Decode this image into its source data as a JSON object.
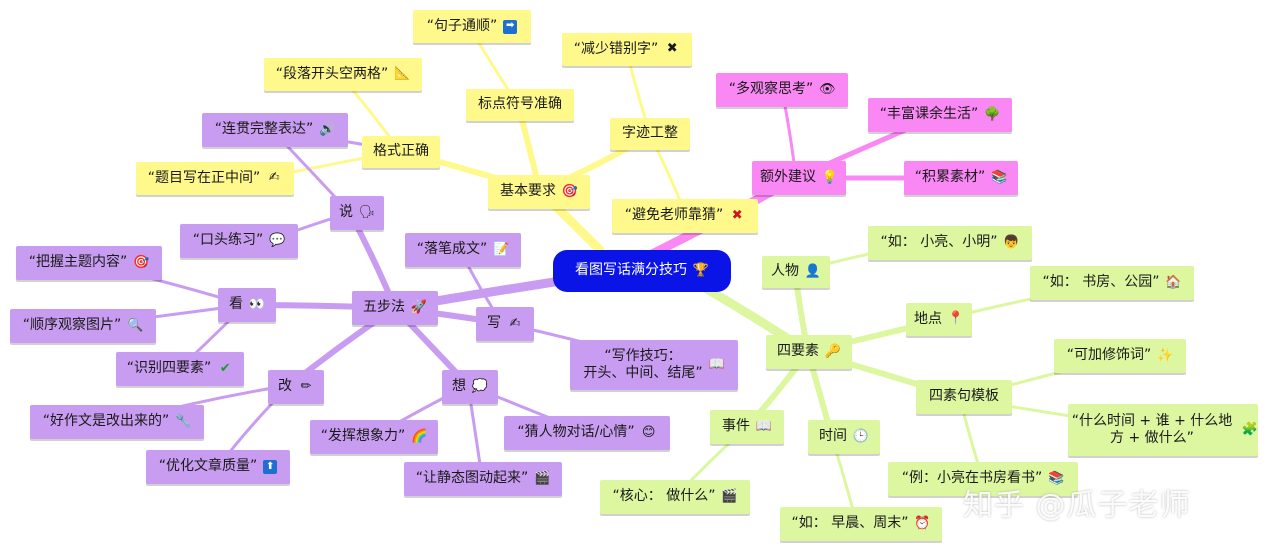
{
  "center": {
    "label": "看图写话满分技巧",
    "icon": "trophy-icon"
  },
  "basic": {
    "label": "基本要求",
    "icon": "target-icon",
    "format": {
      "label": "格式正确",
      "items": [
        {
          "label": "“段落开头空两格”",
          "icon": "ruler-triangle-icon"
        },
        {
          "label": "“连贯完整表达”",
          "icon": "speaker-icon"
        },
        {
          "label": "“题目写在正中间”",
          "icon": "writing-hand-icon"
        }
      ]
    },
    "punct": {
      "label": "标点符号准确",
      "items": [
        {
          "label": "“句子通顺”",
          "icon": "arrow-right-icon"
        }
      ]
    },
    "handwriting": {
      "label": "字迹工整",
      "items": [
        {
          "label": "“减少错别字”",
          "icon": "cross-mark-icon"
        },
        {
          "label": "“避免老师靠猜”",
          "icon": "red-x-icon"
        }
      ]
    }
  },
  "extra": {
    "label": "额外建议",
    "icon": "lightbulb-icon",
    "items": [
      {
        "label": "“多观察思考”",
        "icon": "eye-icon"
      },
      {
        "label": "“丰富课余生活”",
        "icon": "tree-icon"
      },
      {
        "label": "“积累素材”",
        "icon": "books-icon"
      }
    ]
  },
  "elements": {
    "label": "四要素",
    "icon": "key-icon",
    "people": {
      "label": "人物",
      "icon": "person-icon",
      "items": [
        {
          "label": "“如： 小亮、小明”",
          "icon": "boy-face-icon"
        }
      ]
    },
    "place": {
      "label": "地点",
      "icon": "pin-icon",
      "items": [
        {
          "label": "“如： 书房、公园”",
          "icon": "house-icon"
        }
      ]
    },
    "template": {
      "label": "四素句模板",
      "items": [
        {
          "label": "“可加修饰词”",
          "icon": "sparkle-icon"
        },
        {
          "label": "“什么时间 + 谁 + 什么地方 + 做什么”",
          "icon": "puzzle-icon"
        },
        {
          "label": "“例：小亮在书房看书”",
          "icon": "book-stack-icon"
        }
      ]
    },
    "time": {
      "label": "时间",
      "icon": "clock-icon",
      "items": [
        {
          "label": "“如： 早晨、周末”",
          "icon": "alarm-clock-icon"
        }
      ]
    },
    "event": {
      "label": "事件",
      "icon": "open-book-icon",
      "items": [
        {
          "label": "“核心： 做什么”",
          "icon": "clapper-icon"
        }
      ]
    }
  },
  "five": {
    "label": "五步法",
    "icon": "rocket-icon",
    "look": {
      "label": "看",
      "icon": "eyes-icon",
      "items": [
        {
          "label": "“把握主题内容”",
          "icon": "target-icon"
        },
        {
          "label": "“顺序观察图片”",
          "icon": "magnifier-icon"
        },
        {
          "label": "“识别四要素”",
          "icon": "check-icon"
        }
      ]
    },
    "say": {
      "label": "说",
      "icon": "speaking-head-icon",
      "items": [
        {
          "label": "“口头练习”",
          "icon": "speech-bubble-icon"
        }
      ]
    },
    "write": {
      "label": "写",
      "icon": "writing-hand-icon",
      "items": [
        {
          "label": "“落笔成文”",
          "icon": "memo-icon"
        },
        {
          "label": "“写作技巧：\n开头、中间、结尾”",
          "icon": "open-book-icon"
        }
      ]
    },
    "think": {
      "label": "想",
      "icon": "thought-bubble-icon",
      "items": [
        {
          "label": "“发挥想象力”",
          "icon": "rainbow-icon"
        },
        {
          "label": "“让静态图动起来”",
          "icon": "clapper-icon"
        },
        {
          "label": "“猜人物对话/心情”",
          "icon": "smile-icon"
        }
      ]
    },
    "revise": {
      "label": "改",
      "icon": "pencil-icon",
      "items": [
        {
          "label": "“好作文是改出来的”",
          "icon": "wrench-icon"
        },
        {
          "label": "“优化文章质量”",
          "icon": "up-arrow-icon"
        }
      ]
    }
  },
  "watermark": "知乎 @瓜子老师",
  "colors": {
    "yellow": "#fff98c",
    "purple": "#c89cf0",
    "green": "#dcf7a0",
    "pink": "#f987f4",
    "center": "#0a14e6"
  }
}
